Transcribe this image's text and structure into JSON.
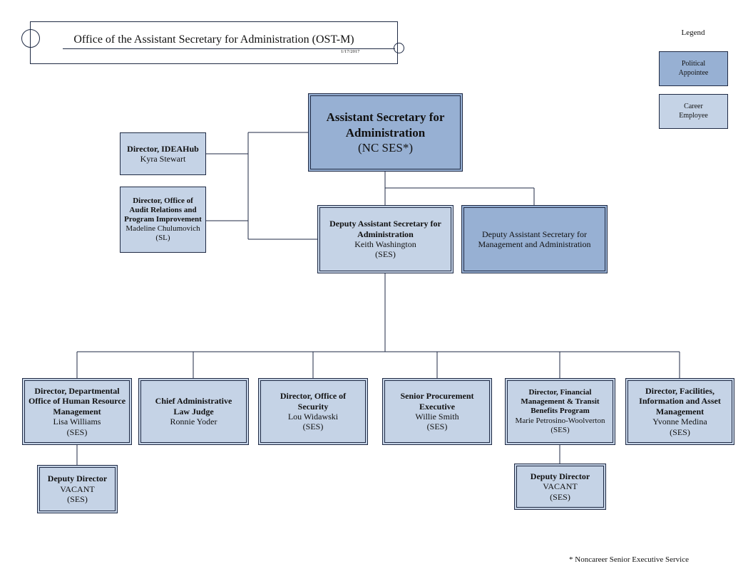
{
  "title": {
    "text": "Office of the Assistant Secretary for Administration (OST-M)",
    "date": "1/17/2017"
  },
  "legend": {
    "title": "Legend",
    "political": "Political Appointee",
    "career": "Career Employee",
    "colors": {
      "political": "#97b0d3",
      "career": "#c5d3e6",
      "border": "#1f2a44"
    }
  },
  "top": {
    "title": "Assistant Secretary for Administration",
    "status": "(NC SES*)"
  },
  "ideahub": {
    "title": "Director, IDEAHub",
    "name": "Kyra Stewart"
  },
  "audit": {
    "title": "Director, Office of Audit Relations and Program Improvement",
    "name": "Madeline Chulumovich",
    "status": "(SL)"
  },
  "deputy": {
    "title": "Deputy Assistant Secretary for Administration",
    "name": "Keith Washington",
    "status": "(SES)"
  },
  "dasma": {
    "title": "Deputy Assistant Secretary for Management and Administration"
  },
  "units": [
    {
      "title": "Director, Departmental Office of Human Resource Management",
      "name": "Lisa Williams",
      "status": "(SES)"
    },
    {
      "title": "Chief Administrative Law Judge",
      "name": "Ronnie Yoder"
    },
    {
      "title": "Director, Office of Security",
      "name": "Lou Widawski",
      "status": "(SES)"
    },
    {
      "title": "Senior Procurement Executive",
      "name": "Willie Smith",
      "status": "(SES)"
    },
    {
      "title": "Director, Financial Management & Transit Benefits Program",
      "name": "Marie Petrosino-Woolverton",
      "status": "(SES)"
    },
    {
      "title": "Director, Facilities, Information and Asset Management",
      "name": "Yvonne Medina",
      "status": "(SES)"
    }
  ],
  "hr_deputy": {
    "title": "Deputy Director",
    "name": "VACANT",
    "status": "(SES)"
  },
  "fin_deputy": {
    "title": "Deputy Director",
    "name": "VACANT",
    "status": "(SES)"
  },
  "footnote": "* Noncareer Senior Executive Service"
}
